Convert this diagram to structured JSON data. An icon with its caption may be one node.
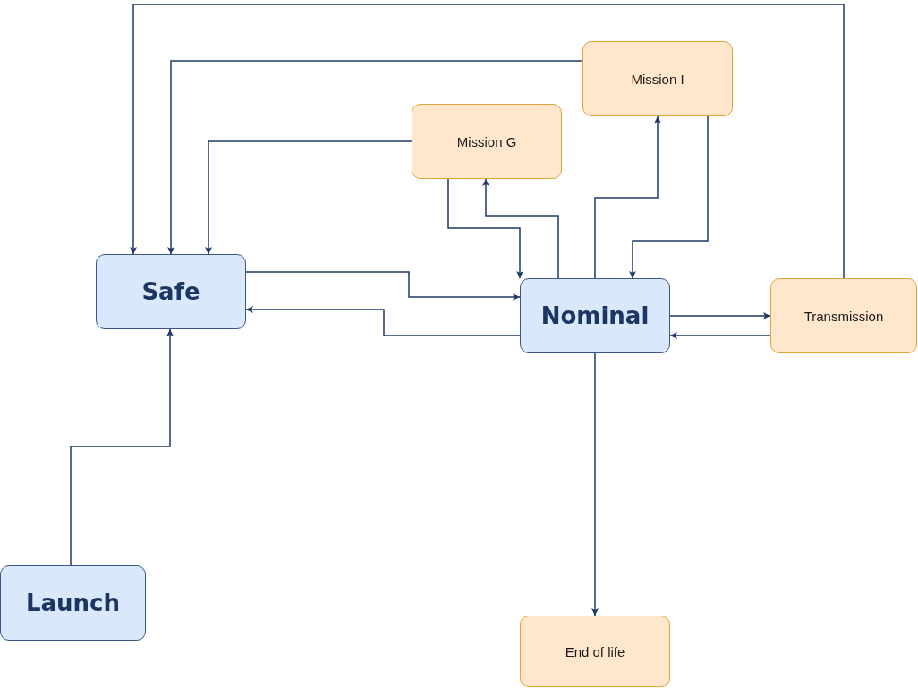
{
  "diagram": {
    "nodes": [
      {
        "text": [
          "Safe"
        ]
      },
      {
        "text": [
          "Nominal"
        ]
      },
      {
        "text": [
          "Mission G"
        ]
      },
      {
        "text": [
          "Mission I"
        ]
      },
      {
        "text": [
          "Transmission"
        ]
      },
      {
        "text": [
          "Launch"
        ]
      },
      {
        "text": [
          "End of life"
        ]
      }
    ],
    "edges": [
      {
        "from": 0,
        "to": 1,
        "arrow": "to"
      },
      {
        "from": 1,
        "to": 0,
        "arrow": "to"
      },
      {
        "from": 2,
        "to": 0,
        "arrow": "to"
      },
      {
        "from": 3,
        "to": 0,
        "arrow": "to"
      },
      {
        "from": 4,
        "to": 0,
        "arrow": "to"
      },
      {
        "from": 5,
        "to": 0,
        "arrow": "to"
      },
      {
        "from": 2,
        "to": 1,
        "arrow": "to"
      },
      {
        "from": 1,
        "to": 2,
        "arrow": "to"
      },
      {
        "from": 1,
        "to": 3,
        "arrow": "to"
      },
      {
        "from": 3,
        "to": 1,
        "arrow": "to"
      },
      {
        "from": 1,
        "to": 4,
        "arrow": "to"
      },
      {
        "from": 4,
        "to": 1,
        "arrow": "to"
      },
      {
        "from": 1,
        "to": 6,
        "arrow": "to"
      }
    ]
  }
}
